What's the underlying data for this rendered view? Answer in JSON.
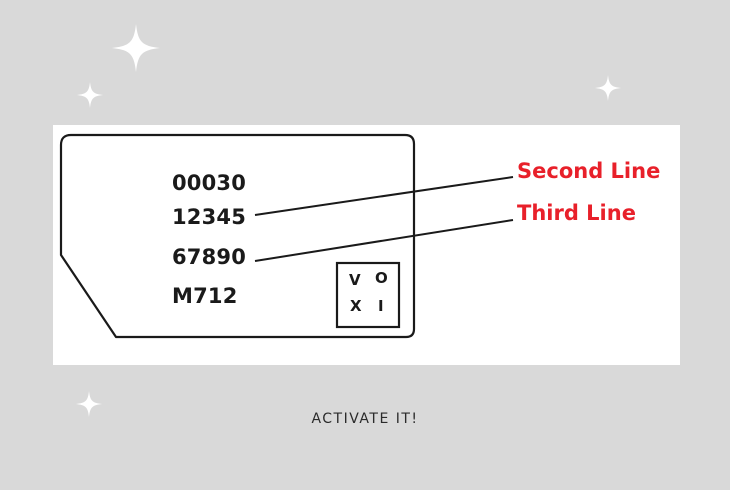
{
  "sim_card": {
    "numbers": [
      "00030",
      "12345",
      "67890",
      "M712"
    ],
    "logo_letters": [
      "V",
      "O",
      "X",
      "I"
    ]
  },
  "labels": {
    "second_line": "Second Line",
    "third_line": "Third Line"
  },
  "caption": "ACTIVATE IT!",
  "colors": {
    "background": "#d9d9d9",
    "panel": "#ffffff",
    "label_red": "#e8202a",
    "sparkle": "#ffffff"
  },
  "icons": [
    "sparkle-icon",
    "sim-card-outline",
    "voxi-logo"
  ]
}
